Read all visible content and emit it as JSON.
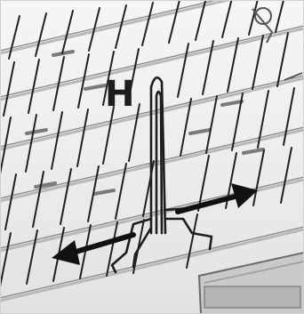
{
  "callout": {
    "letter": "H"
  },
  "colors": {
    "background": "#f2f2f2",
    "rack_wire": "#8a8a8a",
    "rack_wire_shadow": "#b9b9b9",
    "tine": "#222222",
    "arrow": "#111111",
    "basket_panel": "#bcbcbc"
  },
  "parts": {
    "rack": "dishwasher-lower-rack",
    "tines": "folding-plate-tines",
    "handle": "fold-down-lever",
    "arrows": "fold-direction-arrows",
    "basket": "cutlery-basket"
  }
}
